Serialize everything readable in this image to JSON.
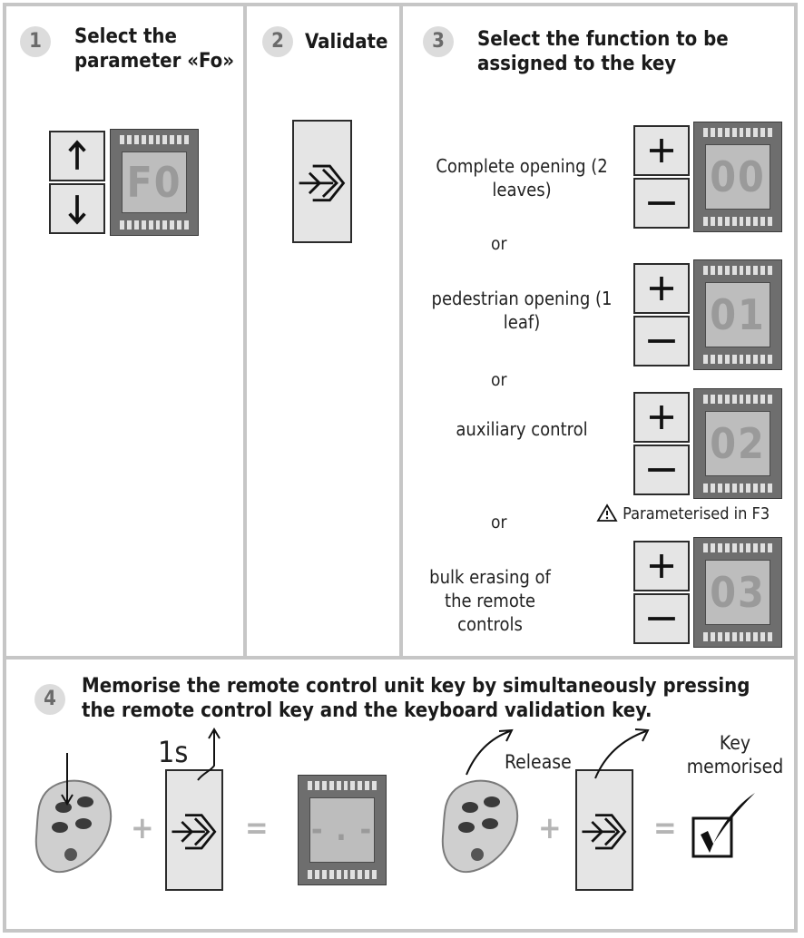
{
  "steps": {
    "s1": {
      "number": "1",
      "title": "Select the parameter «Fo»",
      "lcd": "F0"
    },
    "s2": {
      "number": "2",
      "title": "Validate"
    },
    "s3": {
      "number": "3",
      "title": "Select the function to be assigned to the key",
      "options": [
        {
          "text": "Complete opening (2 leaves)",
          "lcd": "00"
        },
        {
          "text": "pedestrian opening (1 leaf)",
          "lcd": "01"
        },
        {
          "text": "auxiliary control",
          "lcd": "02"
        },
        {
          "text": "bulk erasing of the remote controls",
          "lcd": "03"
        }
      ],
      "or": "or",
      "note": "Parameterised in F3"
    },
    "s4": {
      "number": "4",
      "title": "Memorise the remote control unit key by simultaneously pressing the remote control key and the keyboard validation key.",
      "time": "1s",
      "lcd": "- . -",
      "release": "Release",
      "memorised": "Key memorised",
      "plus": "+",
      "equals": "="
    }
  },
  "icons": [
    "arrow-up-icon",
    "arrow-down-icon",
    "enter-icon",
    "plus-icon",
    "minus-icon",
    "warning-icon",
    "remote-control-icon",
    "checkbox-check-icon"
  ]
}
